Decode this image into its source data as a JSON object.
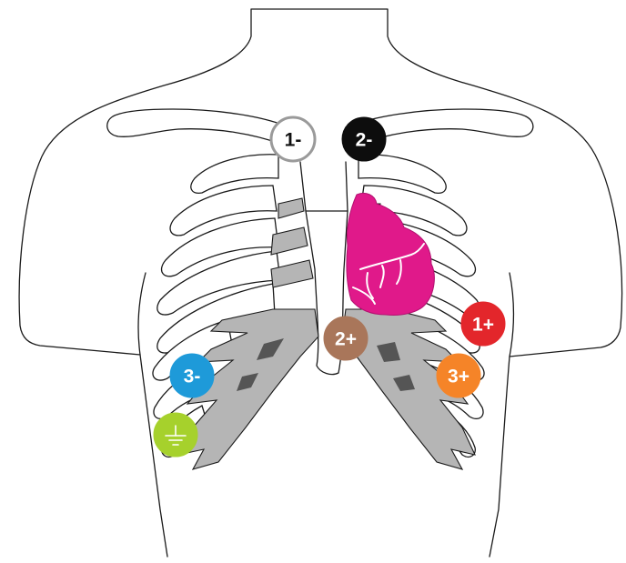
{
  "diagram": {
    "electrodes": [
      {
        "id": "1-",
        "label": "1-",
        "fill": "#ffffff",
        "stroke": "#9a9a9a",
        "text_color": "#111111"
      },
      {
        "id": "2-",
        "label": "2-",
        "fill": "#0d0d0d",
        "stroke": "#0d0d0d",
        "text_color": "#ffffff"
      },
      {
        "id": "1+",
        "label": "1+",
        "fill": "#e3262b",
        "stroke": "#e3262b",
        "text_color": "#ffffff"
      },
      {
        "id": "2+",
        "label": "2+",
        "fill": "#a9765a",
        "stroke": "#a9765a",
        "text_color": "#ffffff"
      },
      {
        "id": "3+",
        "label": "3+",
        "fill": "#f58428",
        "stroke": "#f58428",
        "text_color": "#ffffff"
      },
      {
        "id": "3-",
        "label": "3-",
        "fill": "#1e9ad9",
        "stroke": "#1e9ad9",
        "text_color": "#ffffff"
      },
      {
        "id": "ground",
        "label": "",
        "icon": "ground-icon",
        "fill": "#a6d12c",
        "stroke": "#a6d12c",
        "text_color": "#ffffff"
      }
    ],
    "colors": {
      "outline": "#1a1a1a",
      "cartilage": "#b5b5b5",
      "heart": "#e0198a",
      "vessels": "#ffffff"
    }
  }
}
